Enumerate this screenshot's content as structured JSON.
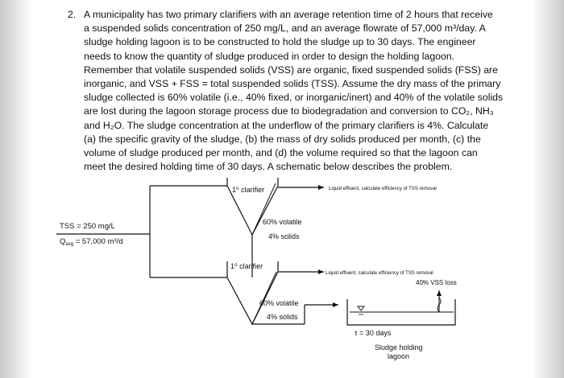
{
  "problem": {
    "number": "2.",
    "text": "A municipality has two primary clarifiers with an average retention time of 2 hours that receive\na suspended solids concentration of 250 mg/L, and an average flowrate of 57,000 m³/day.  A\nsludge holding lagoon is to be constructed to hold the sludge up to 30 days.  The engineer\nneeds to know the quantity of sludge produced in order to design the holding lagoon.\nRemember that volatile suspended solids (VSS) are organic, fixed suspended solids (FSS) are\ninorganic, and VSS + FSS = total suspended solids (TSS).  Assume the dry mass of the primary\nsludge collected is 60% volatile (i.e., 40% fixed, or inorganic/inert) and 40% of the volatile solids\nare lost during the lagoon storage process due to biodegradation and conversion to CO₂, NH₃\nand H₂O.  The sludge concentration at the underflow of the primary clarifiers is 4%. Calculate\n(a) the specific gravity of the sludge, (b) the mass of dry solids produced per month, (c) the\nvolume of sludge produced per month, and (d) the volume required so that the lagoon can\nmeet the desired holding time of 30 days. A schematic below describes the problem."
  },
  "schematic": {
    "inflow_tss": "TSS = 250 mg/L",
    "inflow_q_main": "Q",
    "inflow_q_sub": "avg",
    "inflow_q_rest": " = 57,000 m³/d",
    "clarifier1_label": "1⁰ clarifier",
    "clarifier2_label": "1⁰ clarifier",
    "clarifier1_volatile": "60% volatile",
    "clarifier1_solids": "4% solids",
    "clarifier2_volatile": "60% volatile",
    "clarifier2_solids": "4% solids",
    "effluent1": "Liquid effluent, calculate efficiency of TSS removal",
    "effluent2": "Liquid effluent, calculate efficiency of TSS removal",
    "vss_loss": "40% VSS loss",
    "tau": "τ = 30 days",
    "lagoon_line1": "Sludge holding",
    "lagoon_line2": "lagoon"
  }
}
